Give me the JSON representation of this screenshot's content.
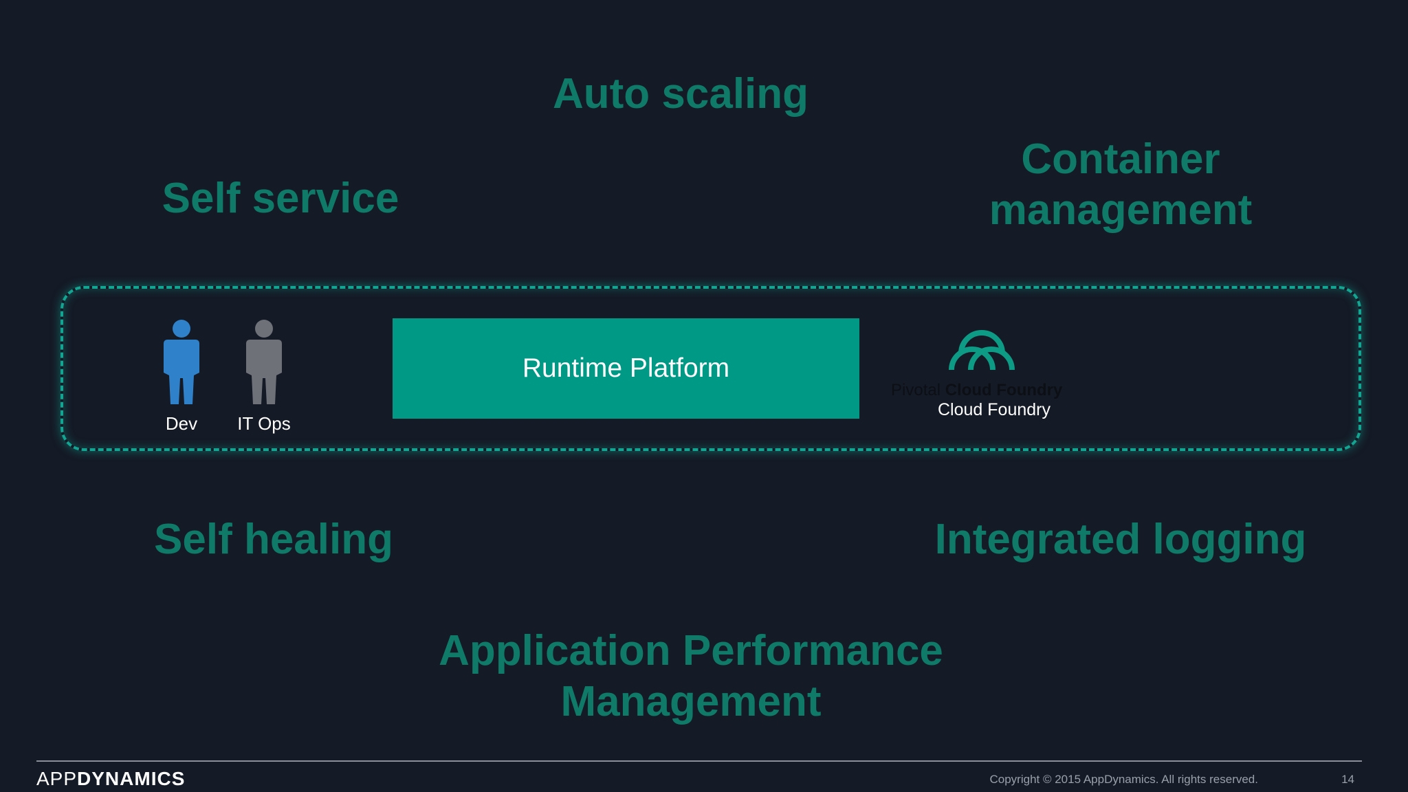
{
  "features": {
    "auto_scaling": "Auto scaling",
    "self_service": "Self service",
    "container_line1": "Container",
    "container_line2": "management",
    "self_healing": "Self healing",
    "integrated_logging": "Integrated logging",
    "apm_line1": "Application Performance",
    "apm_line2": "Management"
  },
  "diagram": {
    "dev_label": "Dev",
    "ops_label": "IT Ops",
    "runtime_label": "Runtime Platform",
    "pcf_wordmark_light": "Pivotal",
    "pcf_wordmark_bold": "Cloud Foundry",
    "pcf_caption": "Cloud Foundry"
  },
  "footer": {
    "brand_part1": "APP",
    "brand_part2": "DYNAMICS",
    "copyright": "Copyright © 2015 AppDynamics. All rights reserved.",
    "page_number": "14"
  },
  "colors": {
    "background": "#141a26",
    "feature_text": "#0f7a68",
    "accent_teal": "#009986",
    "dev_icon": "#2f82c9",
    "ops_icon": "#6f7178"
  },
  "icons": {
    "dev": "person-icon",
    "ops": "person-icon",
    "pcf": "cloud-foundry-logo-icon"
  }
}
